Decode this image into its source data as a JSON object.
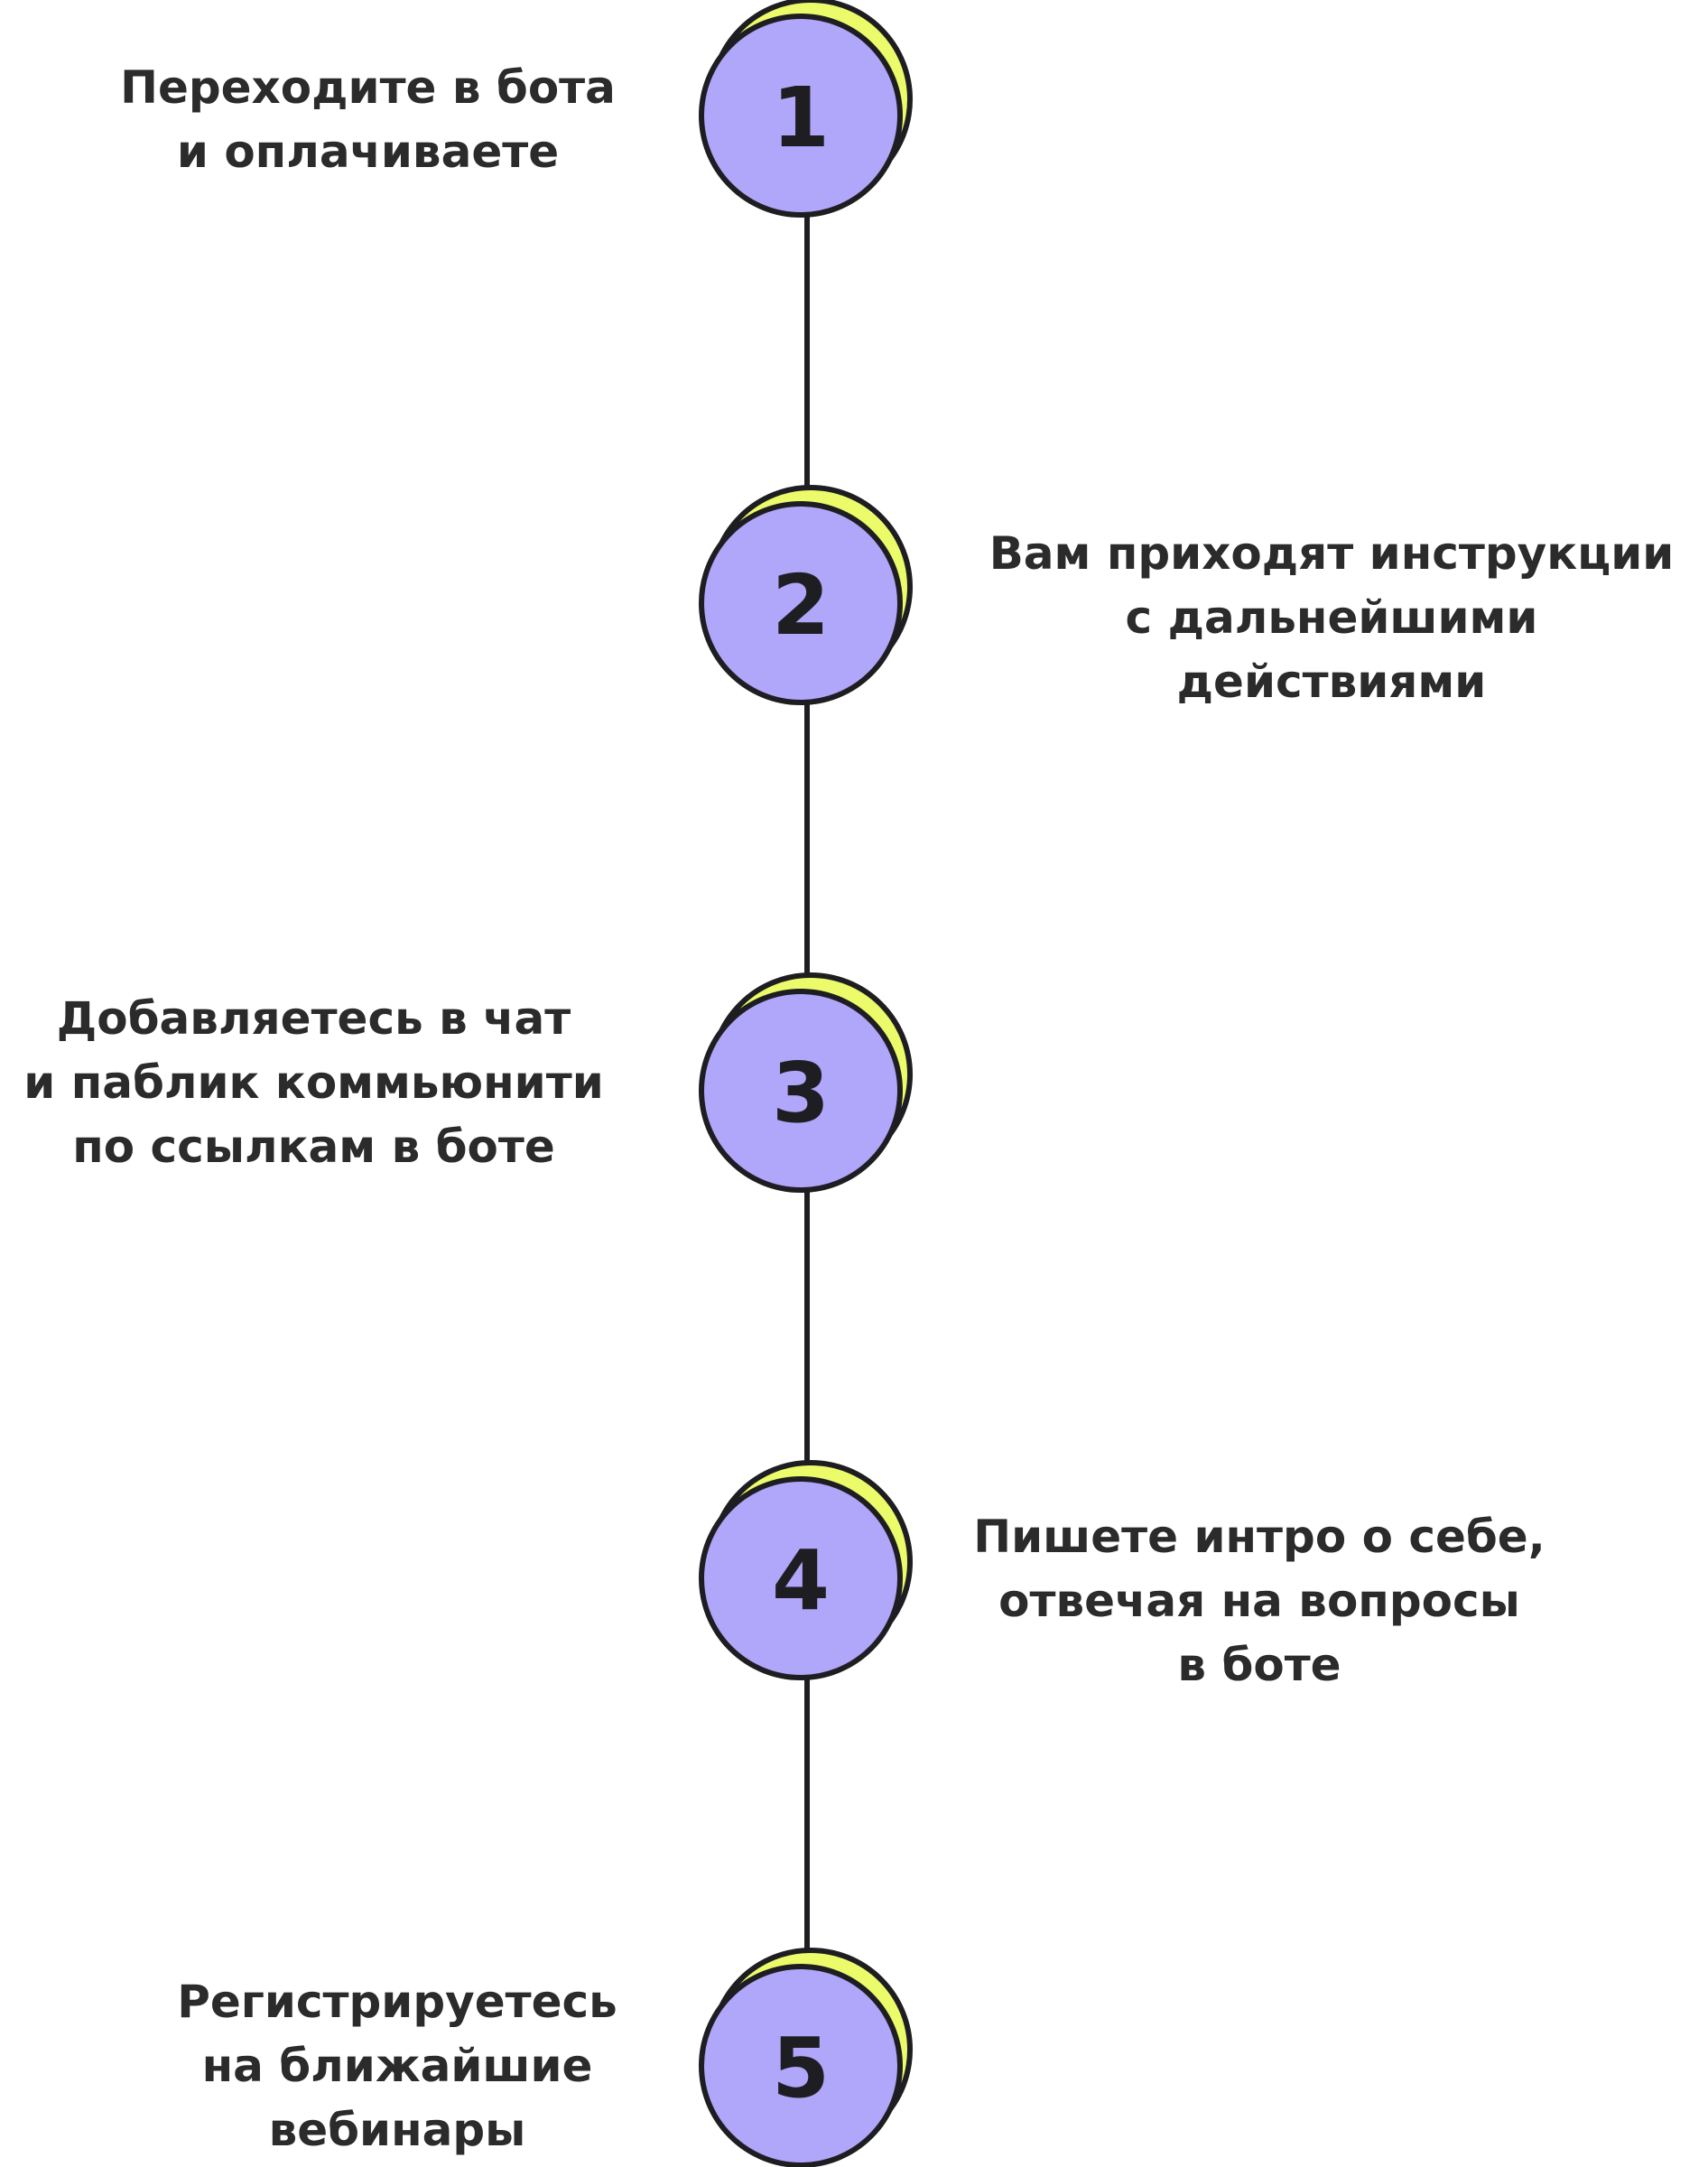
{
  "colors": {
    "circle_fill": "#b0a6fa",
    "shadow_fill": "#ecfb6a",
    "stroke": "#1e1e22",
    "text": "#2b2b2b",
    "background": "#ffffff"
  },
  "steps": [
    {
      "number": "1",
      "lines": [
        "Переходите в бота",
        "и оплачиваете"
      ]
    },
    {
      "number": "2",
      "lines": [
        "Вам приходят инструкции",
        "с дальнейшими",
        "действиями"
      ]
    },
    {
      "number": "3",
      "lines": [
        "Добавляетесь в чат",
        "и паблик коммьюнити",
        "по ссылкам в боте"
      ]
    },
    {
      "number": "4",
      "lines": [
        "Пишете интро о себе,",
        "отвечая на вопросы",
        "в боте"
      ]
    },
    {
      "number": "5",
      "lines": [
        "Регистрируетесь",
        "на ближайшие",
        "вебинары"
      ]
    }
  ]
}
